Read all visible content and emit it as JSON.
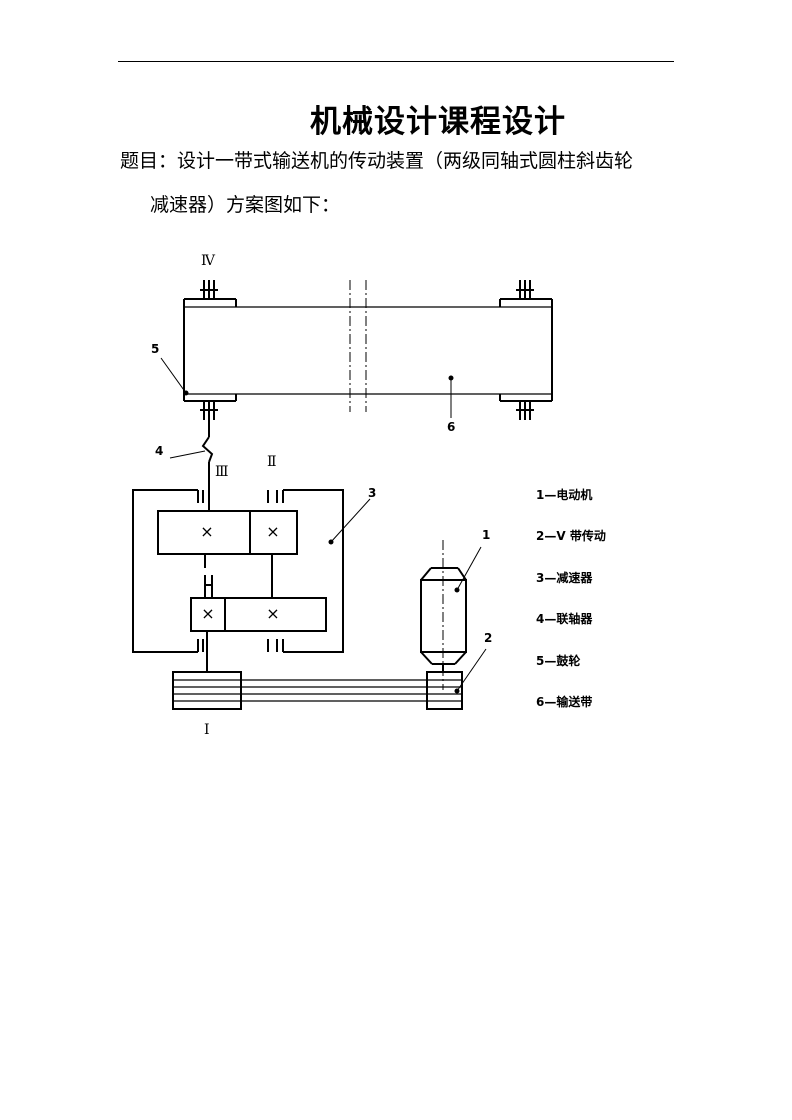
{
  "document": {
    "title": "机械设计课程设计",
    "problem_line1": "题目：设计一带式输送机的传动装置（两级同轴式圆柱斜齿轮",
    "problem_line2": "减速器）方案图如下："
  },
  "diagram": {
    "shaft_labels": {
      "I": "I",
      "II": "Ⅱ",
      "III": "Ⅲ",
      "IV": "Ⅳ"
    },
    "part_numbers": [
      "1",
      "2",
      "3",
      "4",
      "5",
      "6"
    ],
    "gear_mark": "×",
    "legend": [
      "1—电动机",
      "2—V 带传动",
      "3—减速器",
      "4—联轴器",
      "5—鼓轮",
      "6—输送带"
    ]
  }
}
